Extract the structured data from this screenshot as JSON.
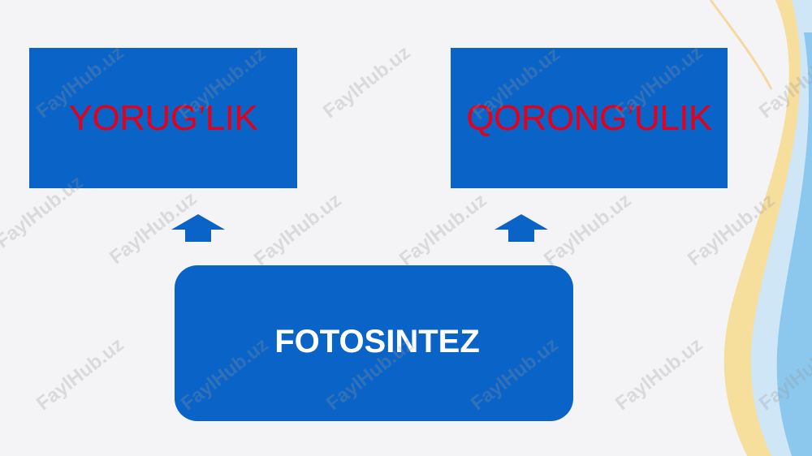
{
  "diagram": {
    "left_box_label": "YORUG’LIK",
    "right_box_label": "QORONG’ULIK",
    "center_box_label": "FOTOSINTEZ"
  },
  "watermark_text": "FaylHub.uz",
  "colors": {
    "box_fill": "#0a63c6",
    "top_label_text": "#e3001b",
    "center_label_text": "#ffffff",
    "background": "#f4f4f6",
    "wave_gold": "#f2c66a",
    "wave_blue": "#7fbde6"
  }
}
